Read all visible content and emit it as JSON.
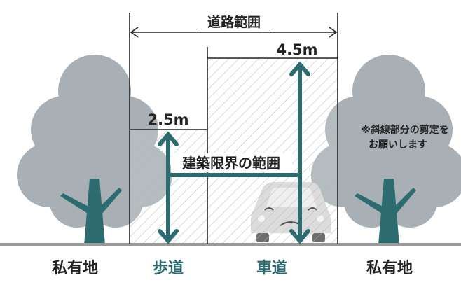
{
  "road_range_label": "道路範囲",
  "height_roadway": "4.5m",
  "height_sidewalk": "2.5m",
  "clearance_label": "建築限界の範囲",
  "note_line1": "※斜線部分の剪定を",
  "note_line2": "お願いします",
  "bottom": {
    "private_left": "私有地",
    "sidewalk": "歩道",
    "roadway": "車道",
    "private_right": "私有地"
  },
  "colors": {
    "teal": "#2c6b70",
    "tree": "#a8b0b5",
    "ground": "#9a9a9a",
    "text": "#222222",
    "car": "#d9d9d9"
  }
}
